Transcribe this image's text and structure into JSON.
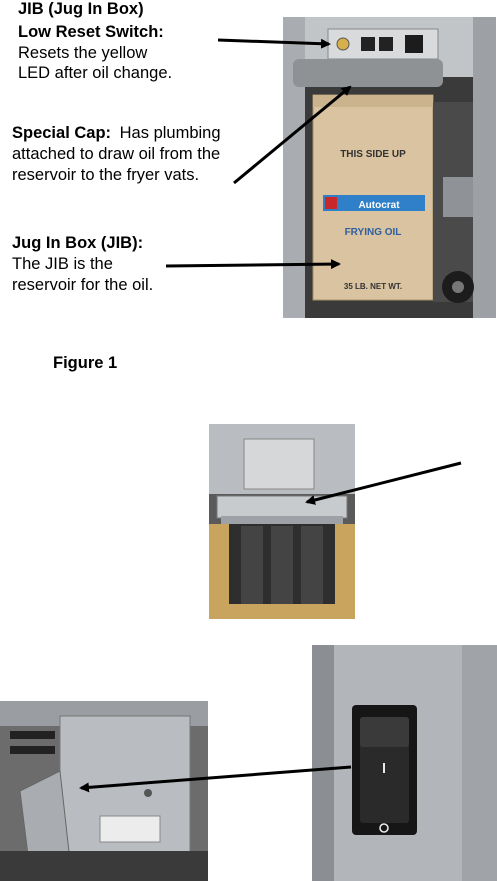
{
  "callouts": {
    "jib_switch": {
      "title_line1": "JIB (Jug In Box)",
      "title_line2": "Low Reset Switch:",
      "desc_line1": "Resets the yellow",
      "desc_line2": "LED after oil change."
    },
    "special_cap": {
      "title": "Special Cap:",
      "desc_line1": "Has plumbing",
      "desc_line2": "attached to draw oil from the",
      "desc_line3": "reservoir to the fryer vats."
    },
    "jug_in_box": {
      "title": "Jug In Box (JIB):",
      "desc_line1": "The JIB is the",
      "desc_line2": "reservoir for the oil."
    }
  },
  "figure_caption": "Figure 1",
  "box_labels": {
    "this_side_up": "THIS SIDE UP",
    "brand": "Autocrat",
    "product": "FRYING OIL",
    "net_weight": "35 LB. NET WT."
  },
  "colors": {
    "steel": "#b8bcc0",
    "cardboard": "#d9c3a0",
    "wood": "#c9a45e",
    "brand_blue": "#2f7fc9",
    "brand_red": "#c8282a"
  },
  "icons": [
    "arrow-icon",
    "power-symbol-icon"
  ]
}
